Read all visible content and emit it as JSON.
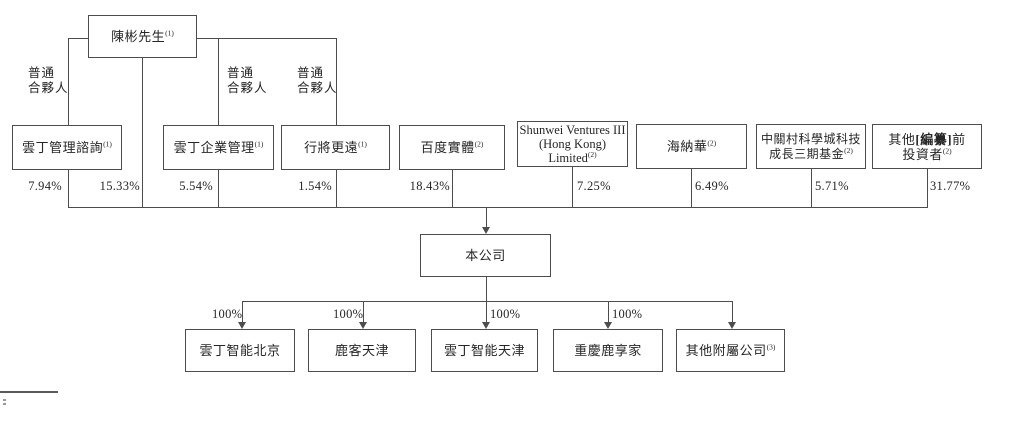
{
  "chart": {
    "type": "org-structure",
    "top_node": {
      "name": "陳彬先生",
      "sup": "(1)"
    },
    "relationship_labels": [
      {
        "text": "普通\n合夥人"
      },
      {
        "text": "普通\n合夥人"
      },
      {
        "text": "普通\n合夥人"
      }
    ],
    "shareholders": [
      {
        "name": "雲丁管理諮詢",
        "sup": "(1)"
      },
      {
        "name": "雲丁企業管理",
        "sup": "(1)"
      },
      {
        "name": "行將更遠",
        "sup": "(1)"
      },
      {
        "name": "百度實體",
        "sup": "(2)"
      },
      {
        "line1": "Shunwei Ventures III",
        "line2": "(Hong Kong)",
        "line3": "Limited",
        "sup": "(2)"
      },
      {
        "name": "海納華",
        "sup": "(2)"
      },
      {
        "line1": "中關村科學城科技",
        "line2": "成長三期基金",
        "sup": "(2)"
      },
      {
        "line1_pre": "其他",
        "line1_bold": "[編纂]",
        "line1_post": "前",
        "line2": "投資者",
        "sup": "(2)"
      }
    ],
    "ownership_percentages": [
      "7.94%",
      "15.33%",
      "5.54%",
      "1.54%",
      "18.43%",
      "7.25%",
      "6.49%",
      "5.71%",
      "31.77%"
    ],
    "company": {
      "name": "本公司"
    },
    "subsidiary_percentages": [
      "100%",
      "100%",
      "100%",
      "100%"
    ],
    "subsidiaries": [
      {
        "name": "雲丁智能北京"
      },
      {
        "name": "鹿客天津"
      },
      {
        "name": "雲丁智能天津"
      },
      {
        "name": "重慶鹿享家"
      },
      {
        "name": "其他附屬公司",
        "sup": "(3)"
      }
    ]
  }
}
